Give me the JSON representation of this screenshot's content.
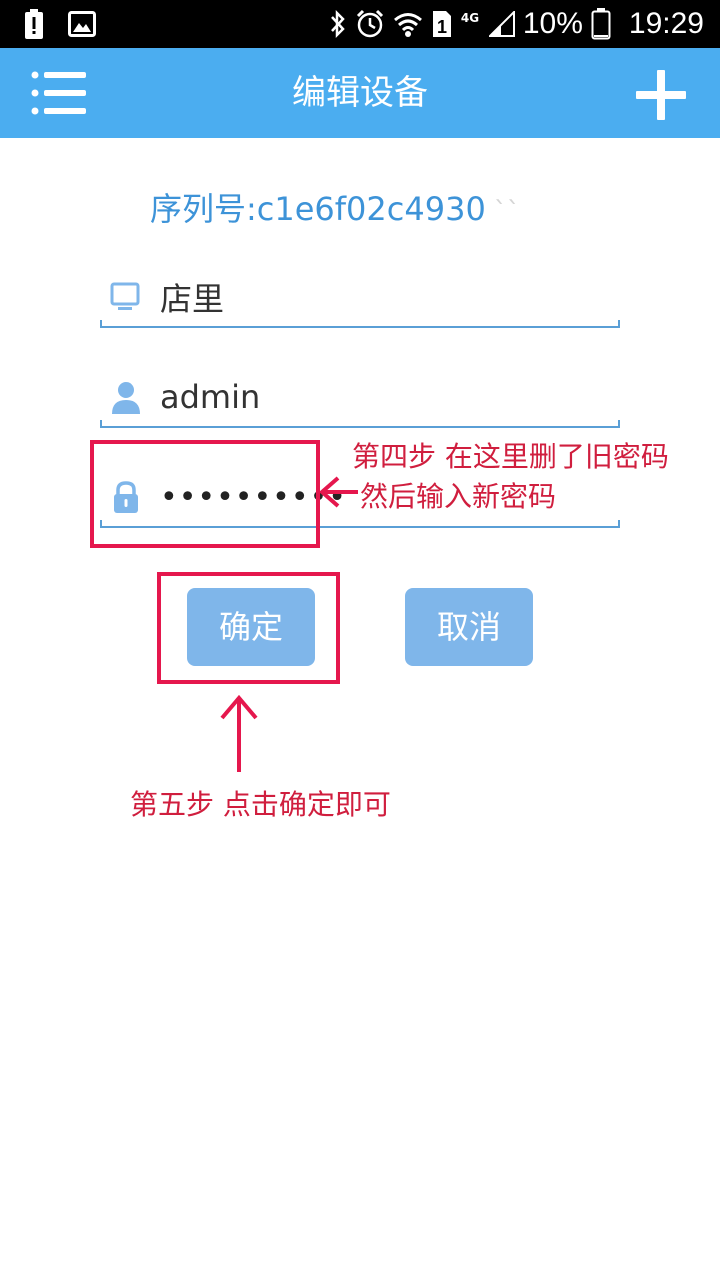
{
  "status_bar": {
    "network_label": "4G",
    "battery_percent": "10%",
    "time": "19:29",
    "sim_slot": "1",
    "icons": [
      "battery-alert-icon",
      "image-icon",
      "bluetooth-icon",
      "alarm-icon",
      "wifi-icon",
      "sim-icon",
      "signal-icon",
      "battery-icon"
    ]
  },
  "app_bar": {
    "title": "编辑设备",
    "menu_icon": "menu-icon",
    "add_icon": "plus-icon",
    "background": "#4badf0"
  },
  "form": {
    "serial_label": "序列号:c1e6f02c4930",
    "serial_trailing": "ˋˋ",
    "device_name": "店里",
    "username": "admin",
    "password_masked": "••••••••••",
    "icons": {
      "device": "monitor-icon",
      "user": "user-icon",
      "password": "lock-icon"
    }
  },
  "buttons": {
    "confirm_label": "确定",
    "cancel_label": "取消",
    "color": "#7fb6ea"
  },
  "annotations": {
    "step4_line1": "第四步 在这里删了旧密码",
    "step4_line2": "然后输入新密码",
    "step5": "第五步 点击确定即可",
    "color": "#e5174d"
  },
  "accent_color": "#3d93d8"
}
